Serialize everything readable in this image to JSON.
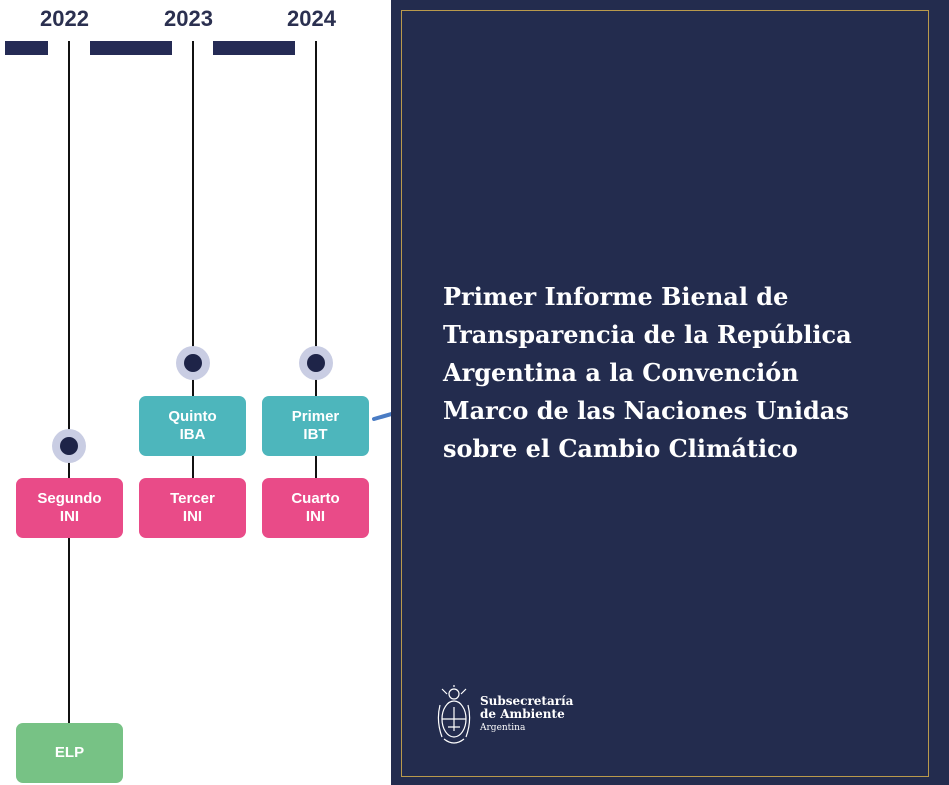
{
  "timeline": {
    "years": [
      "2022",
      "2023",
      "2024"
    ],
    "items": {
      "segundo_ini": [
        "Segundo",
        "INI"
      ],
      "elp": [
        "ELP"
      ],
      "quinto_iba": [
        "Quinto",
        "IBA"
      ],
      "tercer_ini": [
        "Tercer",
        "INI"
      ],
      "primer_ibt": [
        "Primer",
        "IBT"
      ],
      "cuarto_ini": [
        "Cuarto",
        "INI"
      ]
    }
  },
  "cover": {
    "title_lines": [
      "Primer Informe Bienal de",
      "Transparencia de la República",
      "Argentina a la Convención",
      "Marco de las Naciones Unidas",
      "sobre el Cambio Climático"
    ],
    "logo_lines": [
      "Subsecretaría",
      "de Ambiente",
      "Argentina"
    ]
  },
  "colors": {
    "navy": "#232c4e",
    "pink": "#e94b88",
    "teal": "#4db6bc",
    "green": "#77c285",
    "gold": "#b99a4c"
  }
}
